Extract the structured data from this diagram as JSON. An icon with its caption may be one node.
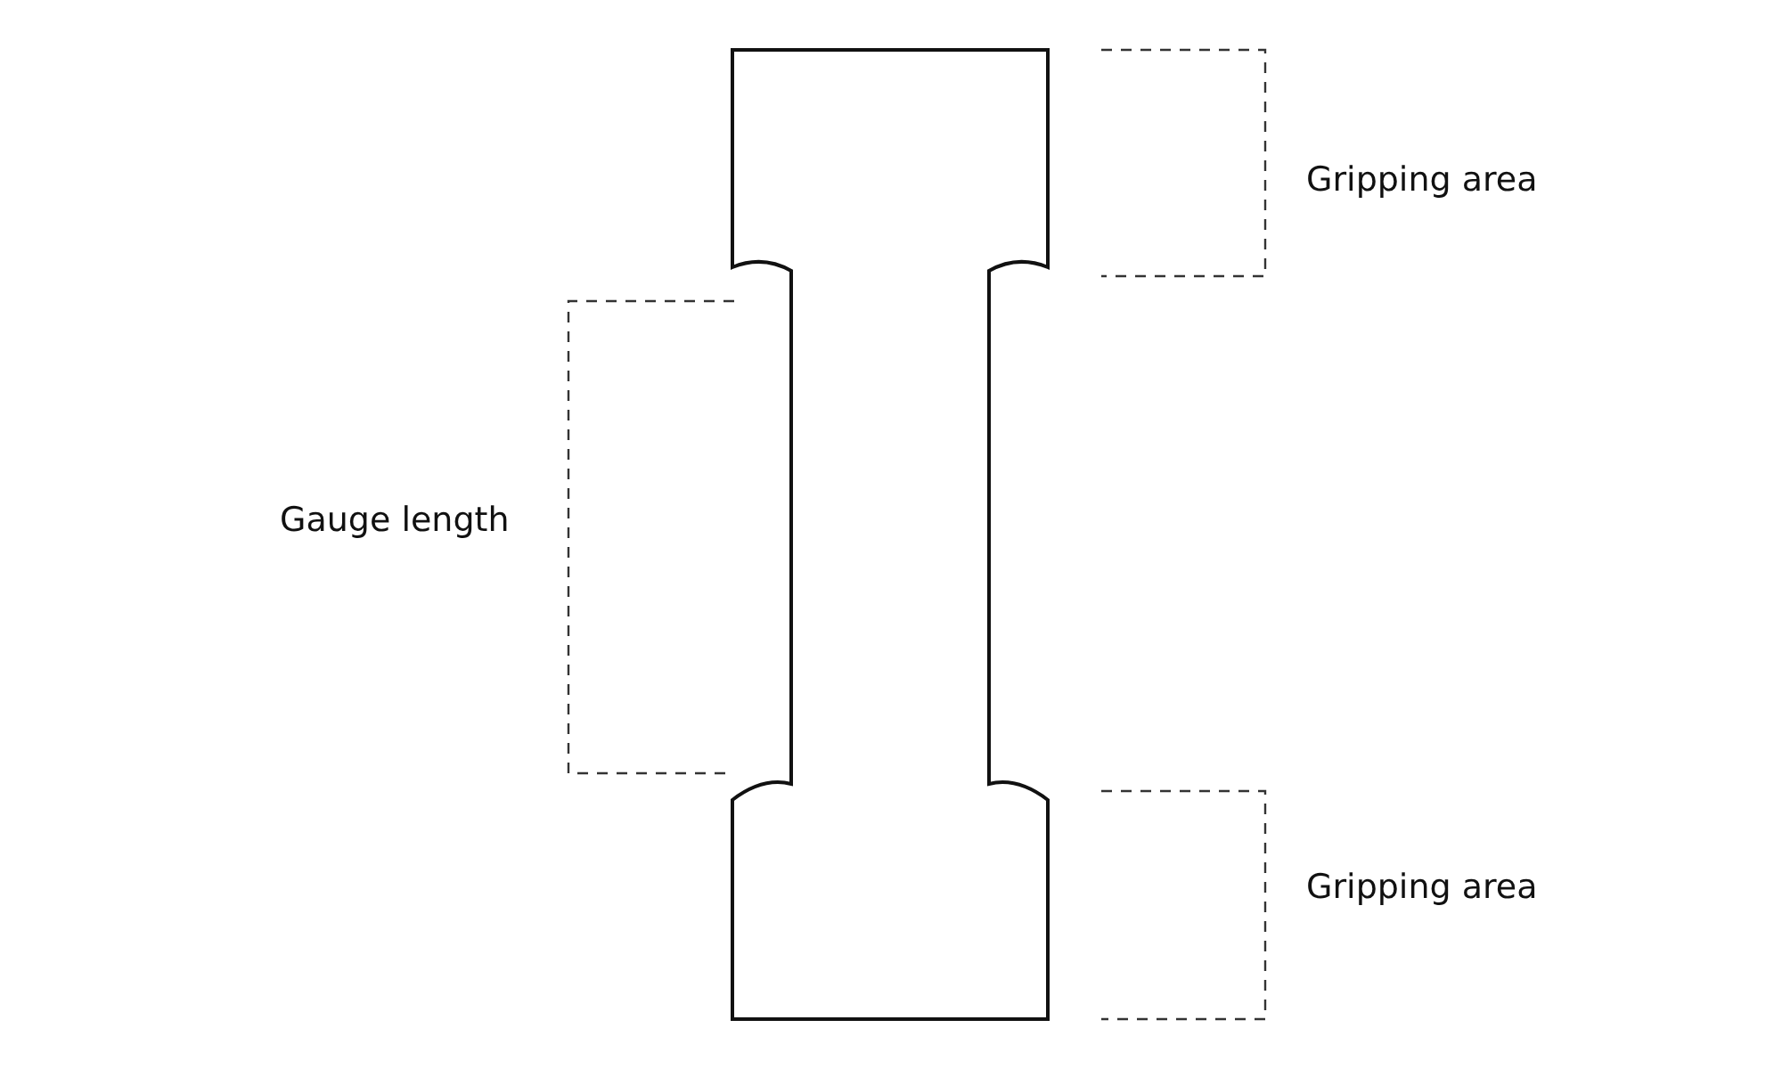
{
  "diagram": {
    "labels": [
      "Gripping area",
      "Gauge length",
      "Gripping area"
    ]
  }
}
